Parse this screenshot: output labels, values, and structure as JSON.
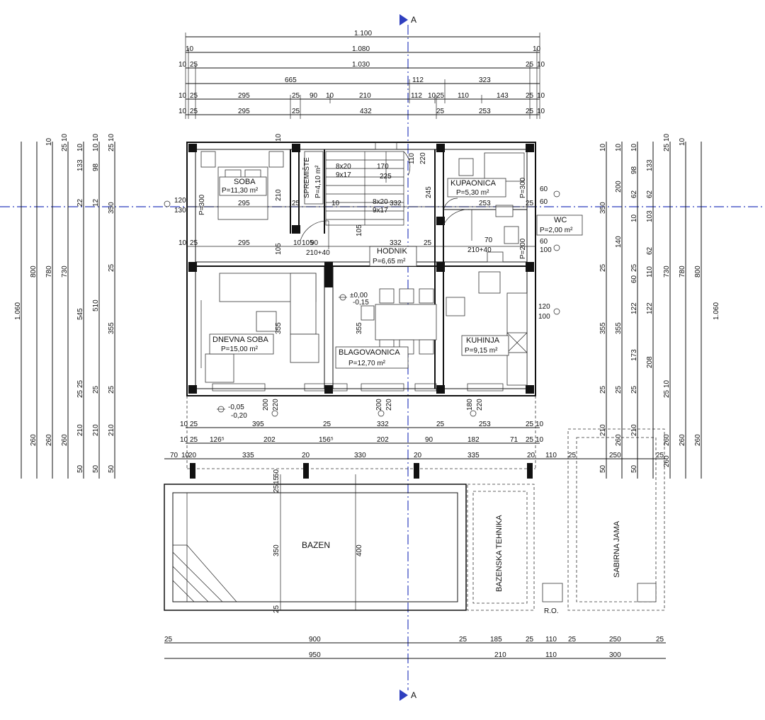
{
  "section_marker": "A",
  "top_dims": {
    "r1": [
      "1.100"
    ],
    "r2": [
      "10",
      "1.080",
      "10"
    ],
    "r3": [
      "10",
      "25",
      "1.030",
      "25",
      "10"
    ],
    "r4": [
      "665",
      "112",
      "323"
    ],
    "r5": [
      "10",
      "25",
      "295",
      "25",
      "90",
      "10",
      "210",
      "112",
      "10",
      "25",
      "110",
      "143",
      "25",
      "10"
    ],
    "r6": [
      "10",
      "25",
      "295",
      "25",
      "432",
      "25",
      "253",
      "25",
      "10"
    ]
  },
  "rooms": {
    "soba": {
      "name": "SOBA",
      "area": "P=11,30 m²"
    },
    "spremiste": {
      "name": "SPREMIŠTE",
      "area": "P=4,10 m²"
    },
    "kupaonica": {
      "name": "KUPAONICA",
      "area": "P=5,30 m²"
    },
    "wc": {
      "name": "WC",
      "area": "P=2,00 m²"
    },
    "hodnik": {
      "name": "HODNIK",
      "area": "P=6,65 m²"
    },
    "dnevna": {
      "name": "DNEVNA SOBA",
      "area": "P=15,00 m²"
    },
    "blagovaonica": {
      "name": "BLAGOVAONICA",
      "area": "P=12,70 m²"
    },
    "kuhinja": {
      "name": "KUHINJA",
      "area": "P=9,15 m²"
    }
  },
  "levels": {
    "inside": [
      "±0,00",
      "-0,15"
    ],
    "terrace": [
      "-0,05",
      "-0,20"
    ]
  },
  "doors": [
    "90",
    "210+40",
    "70",
    "210+40"
  ],
  "stairs": [
    "8x20",
    "9x17",
    "8x20",
    "9x17",
    "170",
    "225"
  ],
  "inner_dims": {
    "row1": [
      "295",
      "25",
      "10",
      "332",
      "253",
      "25"
    ],
    "row2": [
      "10",
      "25",
      "295",
      "10",
      "105",
      "332",
      "25"
    ],
    "p300": "P=300",
    "p300b": "P=300",
    "p200": "P=200",
    "h_marks": [
      "120",
      "130",
      "60",
      "60",
      "120",
      "100",
      "60",
      "100"
    ],
    "v_marks": [
      "210",
      "245",
      "10",
      "110",
      "220",
      "105",
      "105",
      "355",
      "355",
      "200",
      "220",
      "200",
      "220",
      "180",
      "220"
    ]
  },
  "bottom_dims": {
    "r1": [
      "10",
      "25",
      "395",
      "25",
      "332",
      "25",
      "253",
      "25",
      "10"
    ],
    "r2": [
      "10",
      "25",
      "126⁵",
      "202",
      "156⁵",
      "202",
      "90",
      "182",
      "71",
      "25",
      "10"
    ],
    "r3": [
      "70",
      "10",
      "20",
      "335",
      "20",
      "330",
      "20",
      "335",
      "20",
      "110",
      "25",
      "250",
      "25"
    ]
  },
  "pool": {
    "bazen": "BAZEN",
    "tehnika": "BAZENSKA TEHNIKA",
    "jama": "SABIRNA JAMA",
    "ro": "R.O.",
    "dims": [
      "350",
      "400",
      "25",
      "25",
      "50",
      "15"
    ]
  },
  "pool_bottom_dims": {
    "r1": [
      "25",
      "900",
      "25",
      "185",
      "25",
      "110",
      "25",
      "250",
      "25"
    ],
    "r2": [
      "950",
      "210",
      "110",
      "300"
    ]
  },
  "left_dims": {
    "overall": "1.060",
    "c2": [
      "800",
      "260"
    ],
    "c3": [
      "780",
      "260",
      "10"
    ],
    "c4": [
      "730",
      "260",
      "25",
      "10"
    ],
    "c5": [
      "133",
      "22",
      "545",
      "210",
      "50",
      "25",
      "10",
      "25"
    ],
    "c6": [
      "98",
      "12",
      "510",
      "210",
      "50",
      "10",
      "25",
      "10"
    ],
    "c7": [
      "350",
      "355",
      "25",
      "210",
      "50",
      "25",
      "10",
      "25"
    ]
  },
  "right_dims": {
    "overall": "1.060",
    "c1": [
      "350",
      "355",
      "25",
      "210",
      "50",
      "10",
      "25"
    ],
    "c2": [
      "200",
      "140",
      "355",
      "260",
      "10",
      "25"
    ],
    "c3": [
      "98",
      "62",
      "10",
      "25",
      "60",
      "122",
      "173",
      "210",
      "50",
      "10",
      "25"
    ],
    "c4": [
      "133",
      "62",
      "103",
      "62",
      "110",
      "122",
      "208",
      "260",
      "25",
      "10"
    ],
    "c5": [
      "730",
      "260",
      "25",
      "10"
    ],
    "c6": [
      "780",
      "260",
      "10"
    ],
    "c7": [
      "800",
      "260"
    ]
  }
}
